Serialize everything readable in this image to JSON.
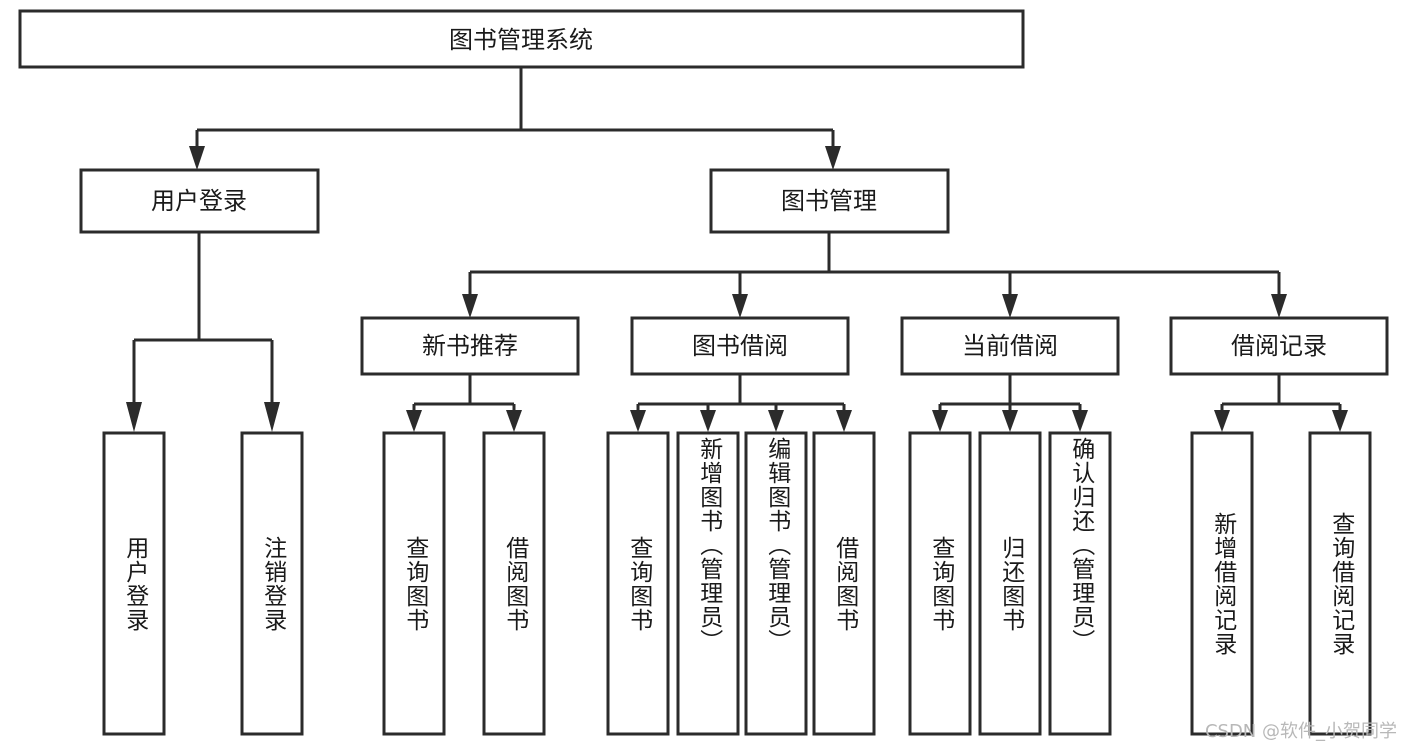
{
  "diagram": {
    "title": "图书管理系统",
    "watermark": "CSDN @软件_小贺同学",
    "colors": {
      "box_fill": "#ffffff",
      "box_stroke": "#2b2b2b",
      "text": "#1a1a1a",
      "watermark": "#b8b8b8",
      "background": "#ffffff"
    },
    "root": {
      "label": "图书管理系统"
    },
    "level2": [
      {
        "label": "用户登录"
      },
      {
        "label": "图书管理"
      }
    ],
    "level3": [
      {
        "label": "新书推荐"
      },
      {
        "label": "图书借阅"
      },
      {
        "label": "当前借阅"
      },
      {
        "label": "借阅记录"
      }
    ],
    "leaves": {
      "user_login": [
        {
          "label": "用户登录"
        },
        {
          "label": "注销登录"
        }
      ],
      "new_book": [
        {
          "label": "查询图书"
        },
        {
          "label": "借阅图书"
        }
      ],
      "book_borrow": [
        {
          "label": "查询图书"
        },
        {
          "label": "新增图书（管理员）"
        },
        {
          "label": "编辑图书（管理员）"
        },
        {
          "label": "借阅图书"
        }
      ],
      "current_borrow": [
        {
          "label": "查询图书"
        },
        {
          "label": "归还图书"
        },
        {
          "label": "确认归还（管理员）"
        }
      ],
      "borrow_record": [
        {
          "label": "新增借阅记录"
        },
        {
          "label": "查询借阅记录"
        }
      ]
    }
  }
}
